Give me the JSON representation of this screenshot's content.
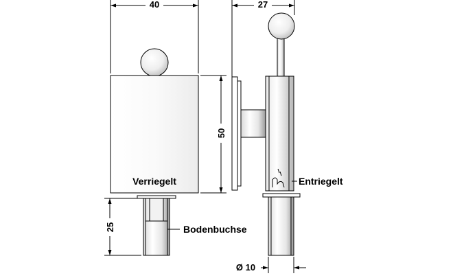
{
  "dimensions": {
    "front_width": "40",
    "side_width": "27",
    "height": "50",
    "sleeve_height": "25",
    "sleeve_diameter": "Ø 10"
  },
  "labels": {
    "locked": "Verriegelt",
    "unlocked": "Entriegelt",
    "floor_socket": "Bodenbuchse"
  },
  "colors": {
    "stroke": "#000000",
    "background": "#ffffff"
  }
}
